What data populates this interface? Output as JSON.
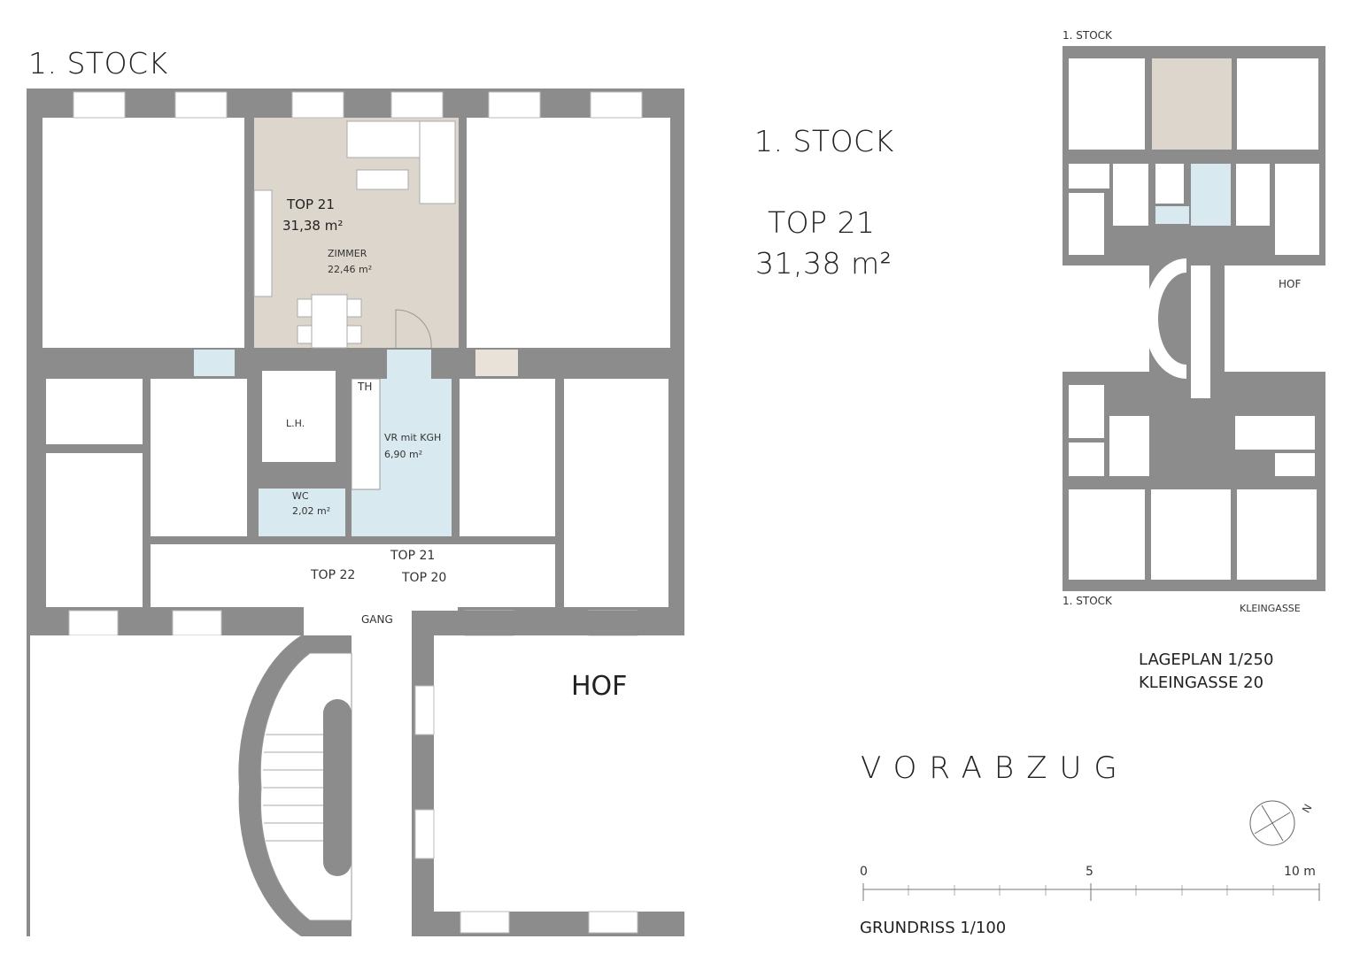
{
  "plan": {
    "floor_title": "1. STOCK",
    "unit_label": "TOP 21",
    "unit_area": "31,38 m²",
    "room_zimmer": "ZIMMER",
    "room_zimmer_area": "22,46 m²",
    "room_th": "TH",
    "room_lh": "L.H.",
    "room_vr": "VR mit KGH",
    "room_vr_area": "6,90 m²",
    "room_wc": "WC",
    "room_wc_area": "2,02 m²",
    "label_top21": "TOP 21",
    "label_top22": "TOP 22",
    "label_top20": "TOP 20",
    "label_gang": "GANG",
    "label_hof": "HOF"
  },
  "info": {
    "floor_title": "1. STOCK",
    "unit_label": "TOP 21",
    "unit_area": "31,38 m²"
  },
  "site_plan": {
    "top_label": "1. STOCK",
    "bottom_label": "1. STOCK",
    "street": "KLEINGASSE",
    "hof": "HOF",
    "caption_line1": "LAGEPLAN 1/250",
    "caption_line2": "KLEINGASSE 20"
  },
  "draft_label": "VORABZUG",
  "scale_bar": {
    "ticks": [
      "0",
      "5",
      "10 m"
    ],
    "caption": "GRUNDRISS 1/100"
  },
  "colors": {
    "wall": "#8c8c8c",
    "unit_room": "#dcd6cc",
    "wet_room": "#d8e9ef"
  },
  "icons": {
    "compass": "north-arrow-icon"
  }
}
